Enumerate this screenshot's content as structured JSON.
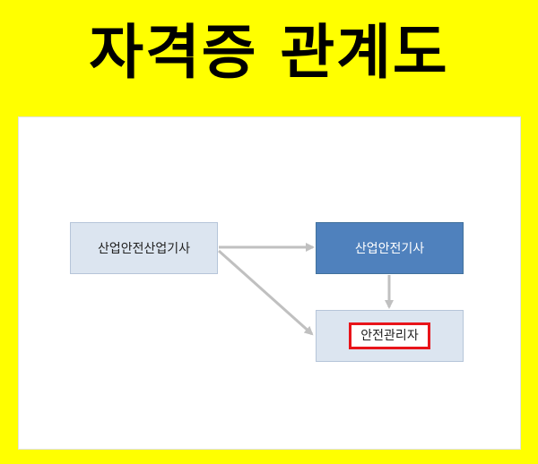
{
  "title": "자격증 관계도",
  "nodes": {
    "industrial_safety_industrial_engineer": "산업안전산업기사",
    "industrial_safety_engineer": "산업안전기사",
    "safety_manager": "안전관리자"
  },
  "edges": [
    {
      "from": "산업안전산업기사",
      "to": "산업안전기사"
    },
    {
      "from": "산업안전산업기사",
      "to": "안전관리자"
    },
    {
      "from": "산업안전기사",
      "to": "안전관리자"
    }
  ],
  "colors": {
    "background": "#FFFF00",
    "panel": "#FFFFFF",
    "node_light": "#DCE5F0",
    "node_dark": "#4F81BD",
    "arrow": "#C0C0C0",
    "highlight_border": "#E8141A"
  }
}
